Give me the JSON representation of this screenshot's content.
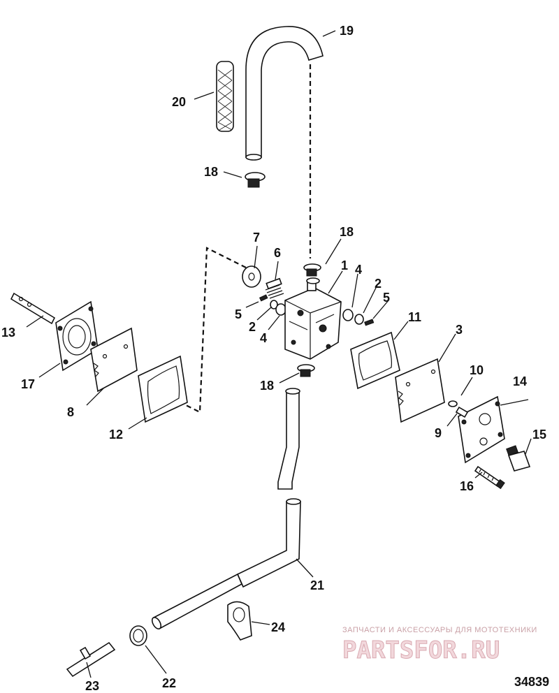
{
  "callouts": [
    {
      "id": "c1",
      "label": "1"
    },
    {
      "id": "c2a",
      "label": "2"
    },
    {
      "id": "c2b",
      "label": "2"
    },
    {
      "id": "c3",
      "label": "3"
    },
    {
      "id": "c4a",
      "label": "4"
    },
    {
      "id": "c4b",
      "label": "4"
    },
    {
      "id": "c5a",
      "label": "5"
    },
    {
      "id": "c5b",
      "label": "5"
    },
    {
      "id": "c6",
      "label": "6"
    },
    {
      "id": "c7",
      "label": "7"
    },
    {
      "id": "c8",
      "label": "8"
    },
    {
      "id": "c9",
      "label": "9"
    },
    {
      "id": "c10",
      "label": "10"
    },
    {
      "id": "c11",
      "label": "11"
    },
    {
      "id": "c12",
      "label": "12"
    },
    {
      "id": "c13",
      "label": "13"
    },
    {
      "id": "c14",
      "label": "14"
    },
    {
      "id": "c15",
      "label": "15"
    },
    {
      "id": "c16",
      "label": "16"
    },
    {
      "id": "c17",
      "label": "17"
    },
    {
      "id": "c18a",
      "label": "18"
    },
    {
      "id": "c18b",
      "label": "18"
    },
    {
      "id": "c18c",
      "label": "18"
    },
    {
      "id": "c19",
      "label": "19"
    },
    {
      "id": "c20",
      "label": "20"
    },
    {
      "id": "c21",
      "label": "21"
    },
    {
      "id": "c22",
      "label": "22"
    },
    {
      "id": "c23",
      "label": "23"
    },
    {
      "id": "c24",
      "label": "24"
    }
  ],
  "watermark": {
    "caption": "ЗАПЧАСТИ И АКСЕССУАРЫ ДЛЯ МОТОТЕХНИКИ",
    "brand": "PARTSFOR.RU"
  },
  "figure_number": "34839"
}
